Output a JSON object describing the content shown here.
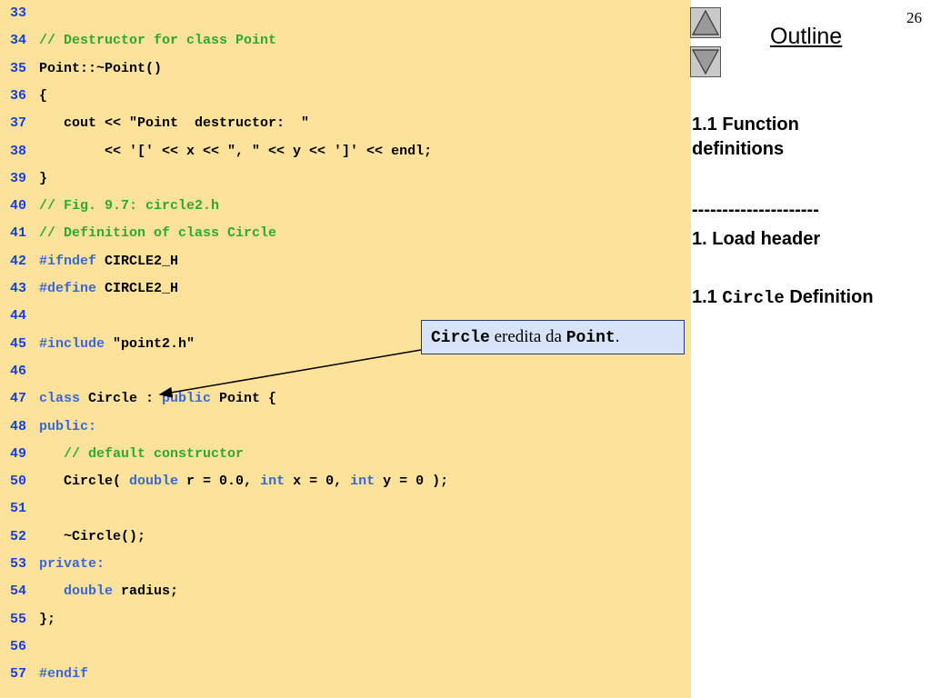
{
  "page_number": "26",
  "outline": {
    "label": "Outline"
  },
  "nav": {
    "up_icon": "up-triangle",
    "down_icon": "down-triangle"
  },
  "sidebar": {
    "item1_line1": "1.1 Function",
    "item1_line2": "definitions",
    "divider": "---------------------",
    "item2": "1. Load header",
    "item3_prefix": "1.1 ",
    "item3_code": "Circle",
    "item3_suffix": " Definition"
  },
  "callout": {
    "code1": "Circle",
    "text": " eredita da ",
    "code2": "Point",
    "end": "."
  },
  "code_lines": [
    {
      "n": "33",
      "parts": []
    },
    {
      "n": "34",
      "parts": [
        [
          "cm",
          "// Destructor for class Point"
        ]
      ]
    },
    {
      "n": "35",
      "parts": [
        [
          "n",
          "Point::~Point()"
        ]
      ]
    },
    {
      "n": "36",
      "parts": [
        [
          "n",
          "{"
        ]
      ]
    },
    {
      "n": "37",
      "parts": [
        [
          "n",
          "   cout << \"Point  destructor:  \""
        ]
      ]
    },
    {
      "n": "38",
      "parts": [
        [
          "n",
          "        << '[' << x << \", \" << y << ']' << endl;"
        ]
      ]
    },
    {
      "n": "39",
      "parts": [
        [
          "n",
          "}"
        ]
      ]
    },
    {
      "n": "40",
      "parts": [
        [
          "cm",
          "// Fig. 9.7: circle2.h"
        ]
      ]
    },
    {
      "n": "41",
      "parts": [
        [
          "cm",
          "// Definition of class Circle"
        ]
      ]
    },
    {
      "n": "42",
      "parts": [
        [
          "pp",
          "#ifndef"
        ],
        [
          "n",
          " CIRCLE2_H"
        ]
      ]
    },
    {
      "n": "43",
      "parts": [
        [
          "pp",
          "#define"
        ],
        [
          "n",
          " CIRCLE2_H"
        ]
      ]
    },
    {
      "n": "44",
      "parts": []
    },
    {
      "n": "45",
      "parts": [
        [
          "pp",
          "#include"
        ],
        [
          "n",
          " \"point2.h\""
        ]
      ]
    },
    {
      "n": "46",
      "parts": []
    },
    {
      "n": "47",
      "parts": [
        [
          "kw",
          "class"
        ],
        [
          "n",
          " Circle : "
        ],
        [
          "kw",
          "public"
        ],
        [
          "n",
          " Point {"
        ]
      ]
    },
    {
      "n": "48",
      "parts": [
        [
          "kw",
          "public:"
        ]
      ]
    },
    {
      "n": "49",
      "parts": [
        [
          "n",
          "   "
        ],
        [
          "cm",
          "// default constructor"
        ]
      ]
    },
    {
      "n": "50",
      "parts": [
        [
          "n",
          "   Circle( "
        ],
        [
          "kw",
          "double"
        ],
        [
          "n",
          " r = 0.0, "
        ],
        [
          "kw",
          "int"
        ],
        [
          "n",
          " x = 0, "
        ],
        [
          "kw",
          "int"
        ],
        [
          "n",
          " y = 0 );"
        ]
      ]
    },
    {
      "n": "51",
      "parts": []
    },
    {
      "n": "52",
      "parts": [
        [
          "n",
          "   ~Circle();"
        ]
      ]
    },
    {
      "n": "53",
      "parts": [
        [
          "kw",
          "private:"
        ]
      ]
    },
    {
      "n": "54",
      "parts": [
        [
          "n",
          "   "
        ],
        [
          "kw",
          "double"
        ],
        [
          "n",
          " radius;"
        ]
      ]
    },
    {
      "n": "55",
      "parts": [
        [
          "n",
          "};"
        ]
      ]
    },
    {
      "n": "56",
      "parts": []
    },
    {
      "n": "57",
      "parts": [
        [
          "pp",
          "#endif"
        ]
      ]
    }
  ]
}
